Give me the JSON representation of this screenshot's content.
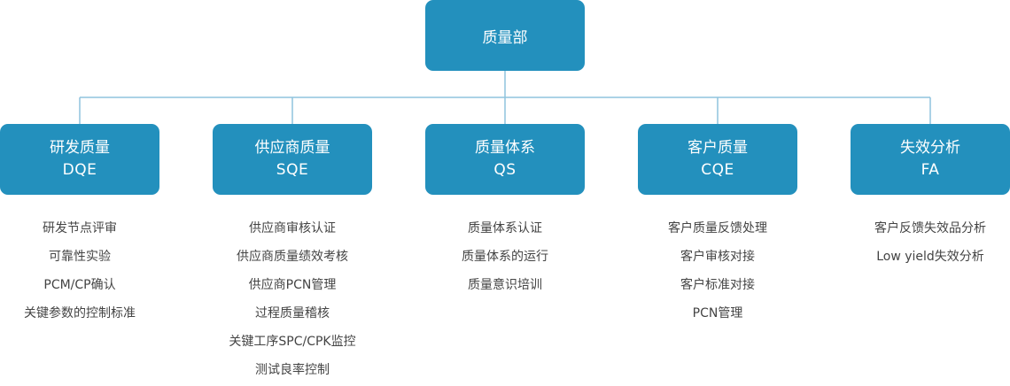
{
  "root": {
    "label": "质量部"
  },
  "colors": {
    "box": "#2390bd",
    "line": "#8fc3dd",
    "text": "#444444"
  },
  "departments": [
    {
      "name": "研发质量",
      "abbr": "DQE",
      "items": [
        "研发节点评审",
        "可靠性实验",
        "PCM/CP确认",
        "关键参数的控制标准"
      ]
    },
    {
      "name": "供应商质量",
      "abbr": "SQE",
      "items": [
        "供应商审核认证",
        "供应商质量绩效考核",
        "供应商PCN管理",
        "过程质量稽核",
        "关键工序SPC/CPK监控",
        "测试良率控制"
      ]
    },
    {
      "name": "质量体系",
      "abbr": "QS",
      "items": [
        "质量体系认证",
        "质量体系的运行",
        "质量意识培训"
      ]
    },
    {
      "name": "客户质量",
      "abbr": "CQE",
      "items": [
        "客户质量反馈处理",
        "客户审核对接",
        "客户标准对接",
        "PCN管理"
      ]
    },
    {
      "name": "失效分析",
      "abbr": "FA",
      "items": [
        "客户反馈失效品分析",
        "Low yield失效分析"
      ]
    }
  ]
}
